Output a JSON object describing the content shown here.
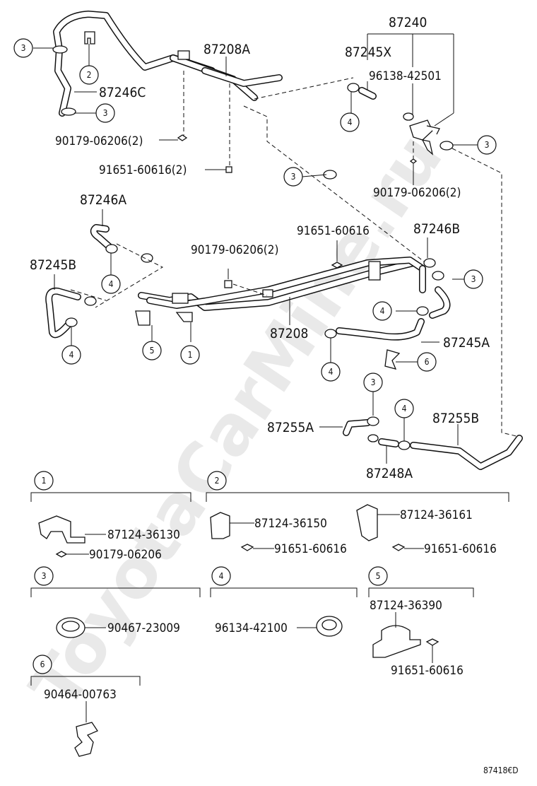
{
  "watermark": "ToyotaCarMine.ru",
  "diagram_code": "87418€D",
  "callouts": {
    "p87240": "87240",
    "p87245X": "87245X",
    "p96138": "96138-42501",
    "p87208A": "87208A",
    "p87246C": "87246C",
    "p90179_2a": "90179-06206(2)",
    "p91651_2": "91651-60616(2)",
    "p90179_2b": "90179-06206(2)",
    "p87246A": "87246A",
    "p91651": "91651-60616",
    "p90179_2c": "90179-06206(2)",
    "p87246B": "87246B",
    "p87245B": "87245B",
    "p87208": "87208",
    "p87245A": "87245A",
    "p87255A": "87255A",
    "p87255B": "87255B",
    "p87248A": "87248A"
  },
  "markers": [
    "1",
    "2",
    "3",
    "4",
    "5",
    "6"
  ],
  "groups": {
    "g1": {
      "number": "1",
      "parts": [
        "87124-36130",
        "90179-06206"
      ]
    },
    "g2": {
      "number": "2",
      "parts": [
        "87124-36150",
        "91651-60616",
        "87124-36161",
        "91651-60616"
      ]
    },
    "g3": {
      "number": "3",
      "parts": [
        "90467-23009"
      ]
    },
    "g4": {
      "number": "4",
      "parts": [
        "96134-42100"
      ]
    },
    "g5": {
      "number": "5",
      "parts": [
        "87124-36390",
        "91651-60616"
      ]
    },
    "g6": {
      "number": "6",
      "parts": [
        "90464-00763"
      ]
    }
  }
}
